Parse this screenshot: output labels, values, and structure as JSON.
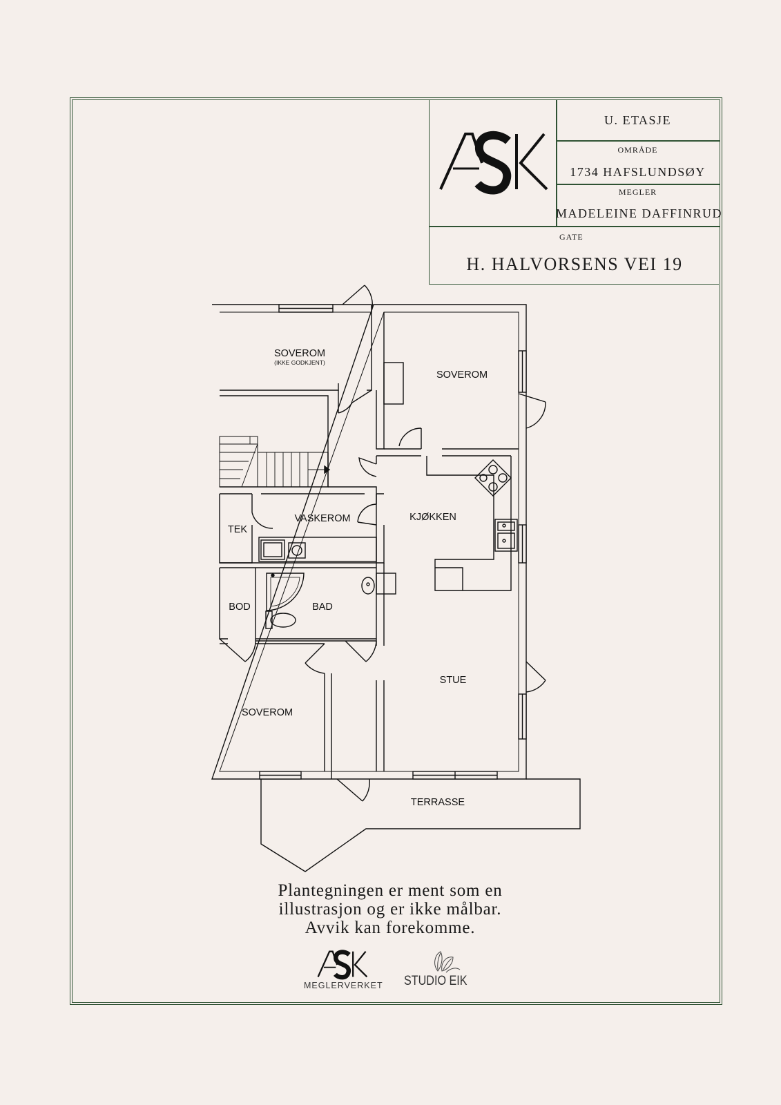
{
  "title_block": {
    "floor": "U. ETASJE",
    "area_label": "OMRÅDE",
    "area_value": "1734 HAFSLUNDSØY",
    "broker_label": "MEGLER",
    "broker_value": "MADELEINE DAFFINRUD",
    "street_label": "GATE",
    "street_value": "H. HALVORSENS VEI 19"
  },
  "logo_text": "ASK",
  "rooms": {
    "bedroom_top_left": "SOVEROM",
    "bedroom_top_left_note": "(IKKE GODKJENT)",
    "bedroom_top_right": "SOVEROM",
    "kitchen": "KJØKKEN",
    "laundry": "VASKEROM",
    "technical": "TEK",
    "storage": "BOD",
    "bathroom": "BAD",
    "living_room": "STUE",
    "bedroom_bottom": "SOVEROM",
    "terrace": "TERRASSE"
  },
  "disclaimer": [
    "Plantegningen er ment som en",
    "illustrasjon og er ikke målbar.",
    "Avvik kan forekomme."
  ],
  "footer": {
    "left_logo": "ASK",
    "left_name": "MEGLERVERKET",
    "right_name": "STUDIO EIK"
  },
  "colors": {
    "background": "#f5efeb",
    "frame": "#2f5233",
    "ink": "#111111"
  }
}
